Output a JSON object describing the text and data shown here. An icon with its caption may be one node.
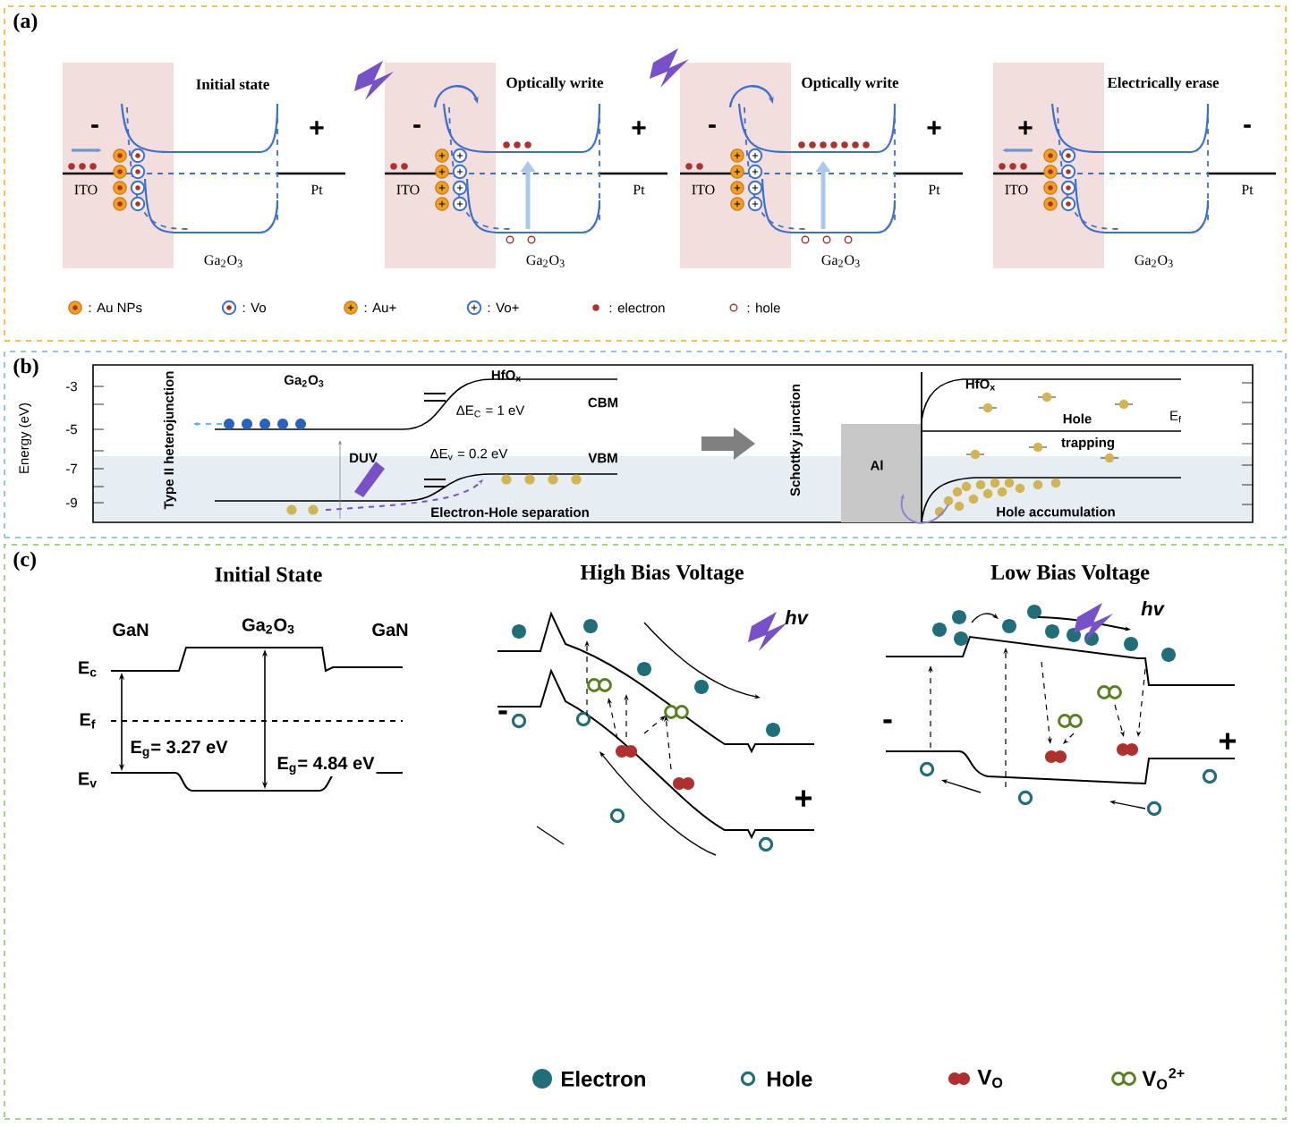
{
  "diagram": {
    "nodes": [
      {
        "text": [
          "(a)"
        ]
      },
      {
        "text": [
          "(b)"
        ]
      },
      {
        "text": [
          "(c)"
        ]
      }
    ],
    "labels": [
      "Initial state",
      "-",
      "+",
      "ITO",
      "Pt",
      "Ga$_{2}$O$_{3}$",
      "Optically write",
      "-",
      "+",
      "ITO",
      "Pt",
      "Ga$_{2}$O$_{3}$",
      "Optically write",
      "-",
      "+",
      "ITO",
      "Pt",
      "Ga$_{2}$O$_{3}$",
      "Electrically erase",
      "+",
      "-",
      "ITO",
      "Pt",
      "Ga$_{2}$O$_{3}$",
      "Energy (eV)",
      "-3",
      "-5",
      "-7",
      "-9",
      "Type II heterojunction",
      "Ga$_{2}$O$_{3}$",
      "HfO$_{x}$",
      "CBM",
      "ΔE$_{C}$ = 1 eV",
      "DUV",
      "ΔE$_{v}$ = 0.2 eV",
      "VBM",
      "Electron-Hole separation",
      "Schottky junction",
      "HfO$_{x}$",
      "Hole",
      "E$_{f}$",
      "trapping",
      "Al",
      "Hole accumulation",
      "Initial State",
      "GaN",
      "Ga$_{2}$O$_{3}$",
      "GaN",
      "E$_{c}$",
      "E$_{f}$",
      "E$_{v}$",
      "E$_{g}$= 3.27 eV",
      "E$_{g}$= 4.84 eV",
      "High Bias Voltage",
      "hv",
      "-",
      "+",
      "Low Bias Voltage",
      "hv",
      "-",
      "+"
    ],
    "legend": [
      {
        "text": ": Au NPs"
      },
      {
        "text": ": Vo"
      },
      {
        "text": ": Au+"
      },
      {
        "text": ": Vo+"
      },
      {
        "text": ": electron"
      },
      {
        "text": ": hole"
      },
      {
        "text": "Electron"
      },
      {
        "text": "Hole"
      },
      {
        "text": "V$_{O}$"
      },
      {
        "text": "V$_{O}$$^{2+}$"
      }
    ]
  }
}
